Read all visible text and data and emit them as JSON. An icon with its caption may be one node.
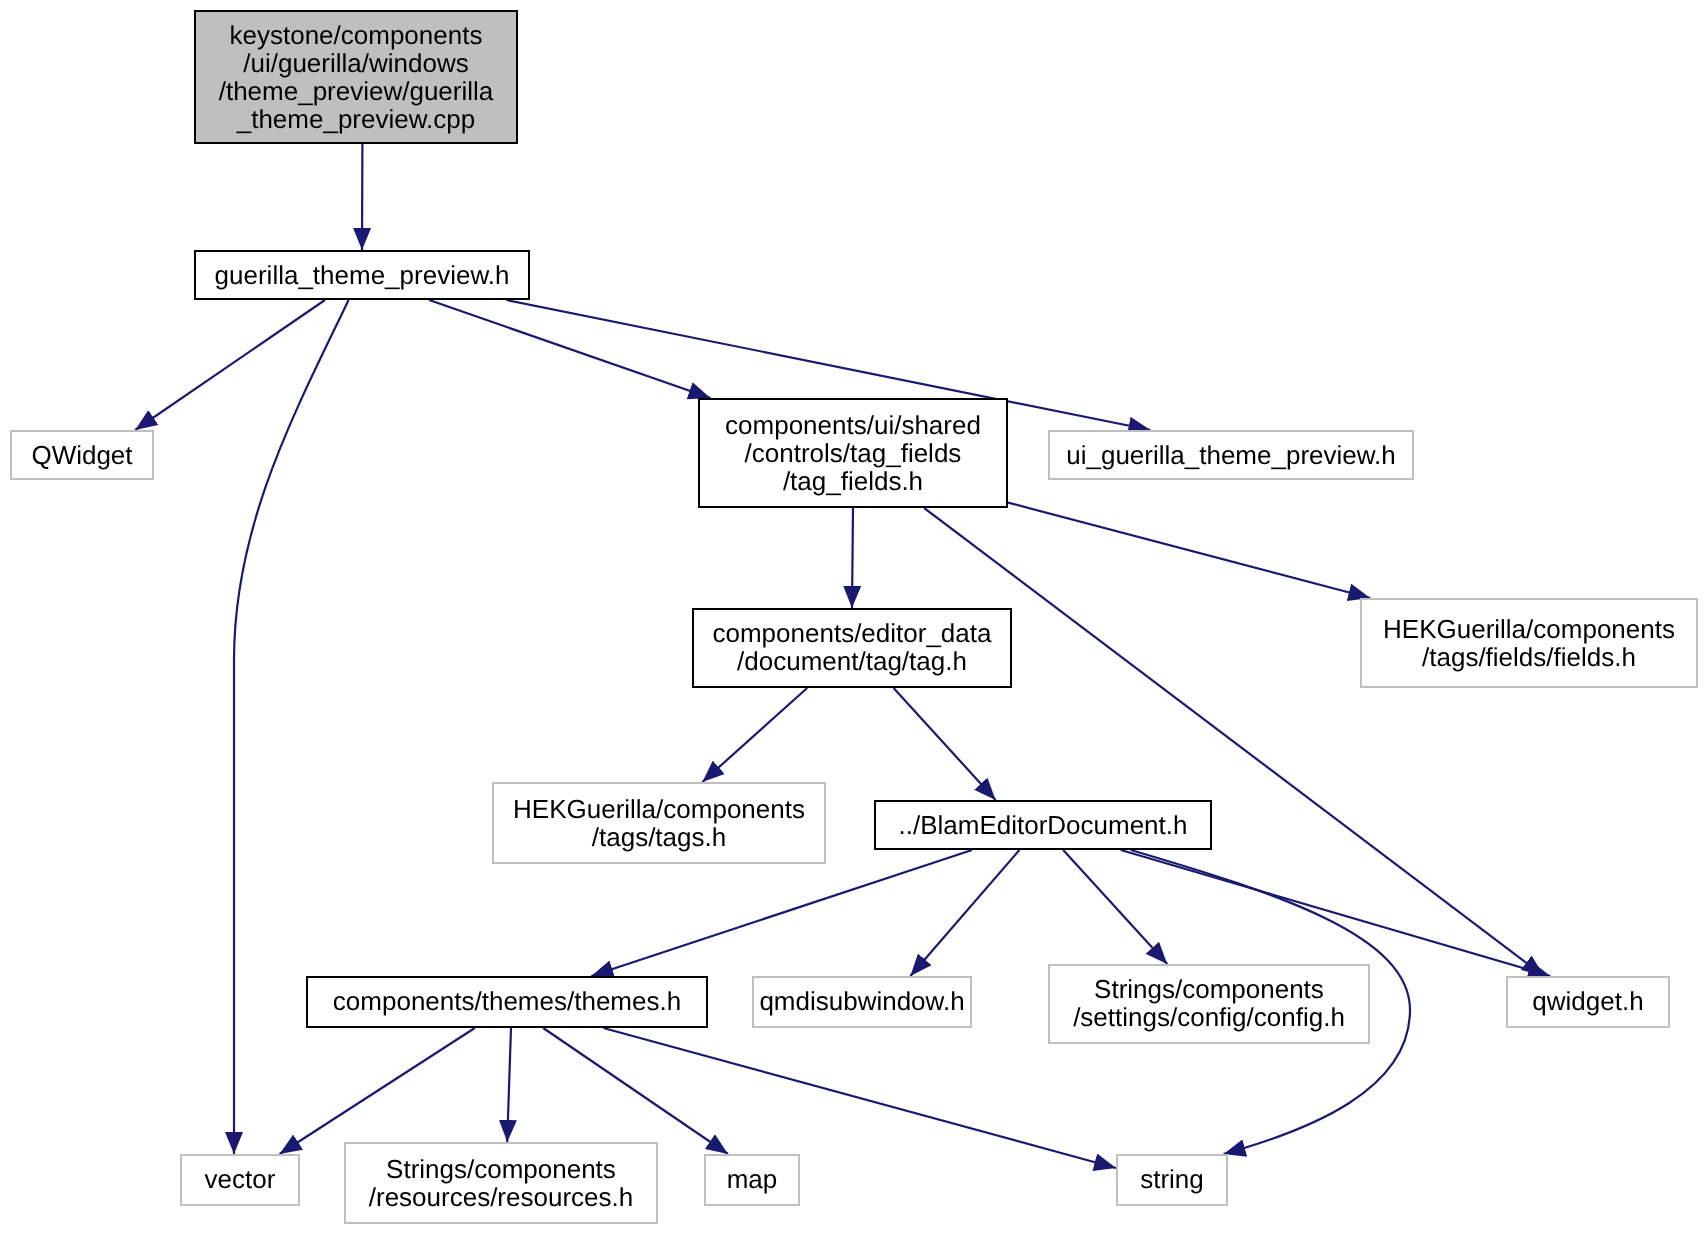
{
  "diagram": {
    "nodes": [
      {
        "text": [
          "keystone/components /ui/guerilla/windows /theme_preview/guerilla _theme_preview.cpp"
        ]
      },
      {
        "text": [
          "guerilla_theme_preview.h"
        ]
      },
      {
        "text": [
          "QWidget"
        ]
      },
      {
        "text": [
          "components/ui/shared /controls/tag_fields /tag_fields.h"
        ]
      },
      {
        "text": [
          "ui_guerilla_theme_preview.h"
        ]
      },
      {
        "text": [
          "components/editor_data /document/tag/tag.h"
        ]
      },
      {
        "text": [
          "HEKGuerilla/components /tags/fields/fields.h"
        ]
      },
      {
        "text": [
          "HEKGuerilla/components /tags/tags.h"
        ]
      },
      {
        "text": [
          "../BlamEditorDocument.h"
        ]
      },
      {
        "text": [
          "components/themes/themes.h"
        ]
      },
      {
        "text": [
          "qmdisubwindow.h"
        ]
      },
      {
        "text": [
          "Strings/components /settings/config/config.h"
        ]
      },
      {
        "text": [
          "qwidget.h"
        ]
      },
      {
        "text": [
          "vector"
        ]
      },
      {
        "text": [
          "Strings/components /resources/resources.h"
        ]
      },
      {
        "text": [
          "map"
        ]
      },
      {
        "text": [
          "string"
        ]
      }
    ],
    "edges": [
      {
        "from": 0,
        "to": 1,
        "arrow": "to"
      },
      {
        "from": 1,
        "to": 2,
        "arrow": "to"
      },
      {
        "from": 1,
        "to": 3,
        "arrow": "to"
      },
      {
        "from": 1,
        "to": 4,
        "arrow": "to"
      },
      {
        "from": 1,
        "to": 13,
        "arrow": "to"
      },
      {
        "from": 3,
        "to": 5,
        "arrow": "to"
      },
      {
        "from": 3,
        "to": 6,
        "arrow": "to"
      },
      {
        "from": 3,
        "to": 12,
        "arrow": "to"
      },
      {
        "from": 5,
        "to": 7,
        "arrow": "to"
      },
      {
        "from": 5,
        "to": 8,
        "arrow": "to"
      },
      {
        "from": 8,
        "to": 9,
        "arrow": "to"
      },
      {
        "from": 8,
        "to": 10,
        "arrow": "to"
      },
      {
        "from": 8,
        "to": 11,
        "arrow": "to"
      },
      {
        "from": 8,
        "to": 12,
        "arrow": "to"
      },
      {
        "from": 8,
        "to": 16,
        "arrow": "to"
      },
      {
        "from": 9,
        "to": 13,
        "arrow": "to"
      },
      {
        "from": 9,
        "to": 14,
        "arrow": "to"
      },
      {
        "from": 9,
        "to": 15,
        "arrow": "to"
      },
      {
        "from": 9,
        "to": 16,
        "arrow": "to"
      }
    ]
  }
}
